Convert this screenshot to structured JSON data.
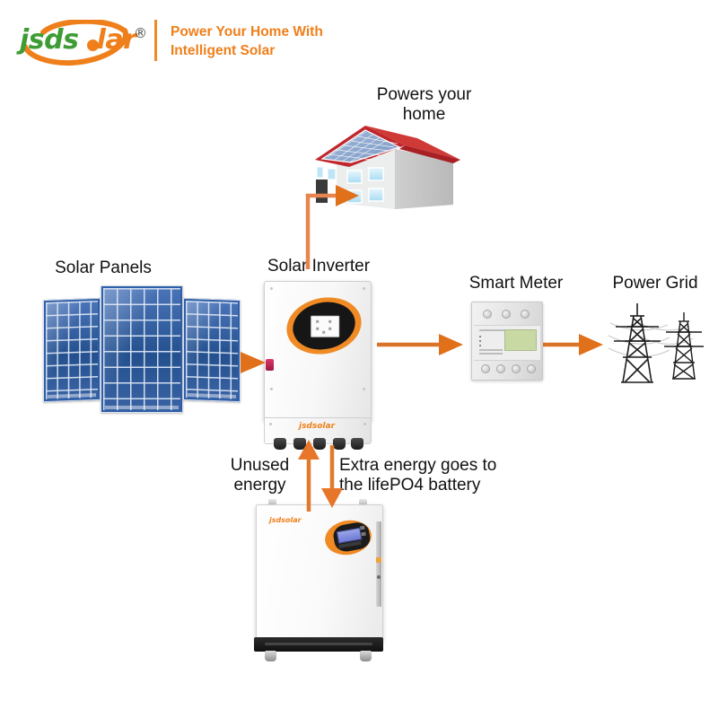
{
  "header": {
    "logo": {
      "text_part1": "jsds",
      "text_part2": "lar",
      "registered_mark": "®",
      "icon": "solar-swoosh-logo",
      "color_green": "#3f9c35",
      "color_orange": "#ef7f1a"
    },
    "tagline_line1": "Power Your Home With",
    "tagline_line2": "Intelligent Solar",
    "tagline_color": "#ef7f1a",
    "divider_color": "#f08a24"
  },
  "diagram": {
    "title": "Solar energy system flow diagram",
    "accent_color": "#e8761c",
    "nodes": {
      "solar_panels": {
        "label": "Solar Panels",
        "icon": "solar-panel-array-icon",
        "panel_count": 3,
        "color": "#2f5fa8"
      },
      "house": {
        "label_line1": "Powers your",
        "label_line2": "home",
        "icon": "house-with-solar-roof-icon",
        "roof_color": "#c0262b",
        "wall_color": "#e3e3e3",
        "window_color": "#bfe4f5"
      },
      "inverter": {
        "label": "Solar Inverter",
        "icon": "solar-inverter-icon",
        "brand_text": "jsdsolar",
        "ring_color": "#f08a24",
        "screen_color": "#fbfbfb",
        "switch_color": "#c92257"
      },
      "smart_meter": {
        "label": "Smart Meter",
        "icon": "din-rail-smart-meter-icon",
        "lcd_color": "#c8d9a4",
        "body_color": "#e6e6e6"
      },
      "power_grid": {
        "label": "Power Grid",
        "icon": "transmission-tower-icon",
        "tower_count": 2
      },
      "battery": {
        "label_unused_line1": "Unused",
        "label_unused_line2": "energy",
        "label_extra_line1": "Extra energy goes to",
        "label_extra_line2": "the lifePO4 battery",
        "icon": "lifepo4-battery-cabinet-icon",
        "brand_text": "jsdsolar",
        "ring_color": "#f08a24",
        "lcd_color": "#7d89dc"
      }
    },
    "flows": [
      {
        "name": "panels-to-inverter",
        "from": "solar_panels",
        "to": "inverter",
        "direction": "right"
      },
      {
        "name": "inverter-to-house",
        "from": "inverter",
        "to": "house",
        "direction": "up-right"
      },
      {
        "name": "inverter-to-meter",
        "from": "inverter",
        "to": "smart_meter",
        "direction": "right"
      },
      {
        "name": "meter-to-grid",
        "from": "smart_meter",
        "to": "power_grid",
        "direction": "right"
      },
      {
        "name": "battery-to-inverter",
        "from": "battery",
        "to": "inverter",
        "direction": "up"
      },
      {
        "name": "inverter-to-battery",
        "from": "inverter",
        "to": "battery",
        "direction": "down"
      }
    ]
  }
}
